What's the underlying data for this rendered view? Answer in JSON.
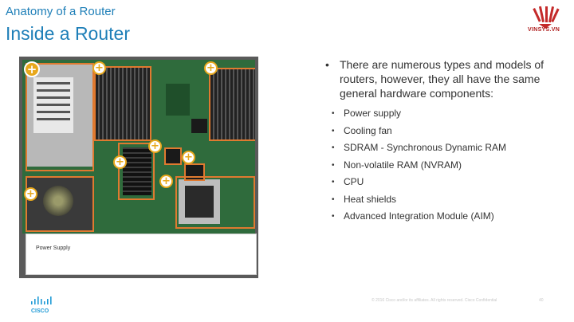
{
  "header": {
    "subtitle": "Anatomy of a Router",
    "title": "Inside a Router",
    "logo_text": "VINSYS.VN"
  },
  "image": {
    "caption": "Power Supply",
    "main_hotspot": "+",
    "hotspot": "+"
  },
  "content": {
    "intro": "There are numerous types and models of routers, however, they all have the same general hardware components:",
    "items": [
      "Power supply",
      "Cooling fan",
      "SDRAM - Synchronous Dynamic RAM",
      "Non-volatile RAM (NVRAM)",
      "CPU",
      "Heat shields",
      "Advanced Integration Module (AIM)"
    ]
  },
  "footer": {
    "brand": "CISCO",
    "copyright": "© 2016 Cisco and/or its affiliates. All rights reserved. Cisco Confidential",
    "page": "40"
  },
  "colors": {
    "title_blue": "#1e7fb8",
    "highlight_orange": "#e07a30",
    "hotspot_gold": "#e8a81c"
  }
}
